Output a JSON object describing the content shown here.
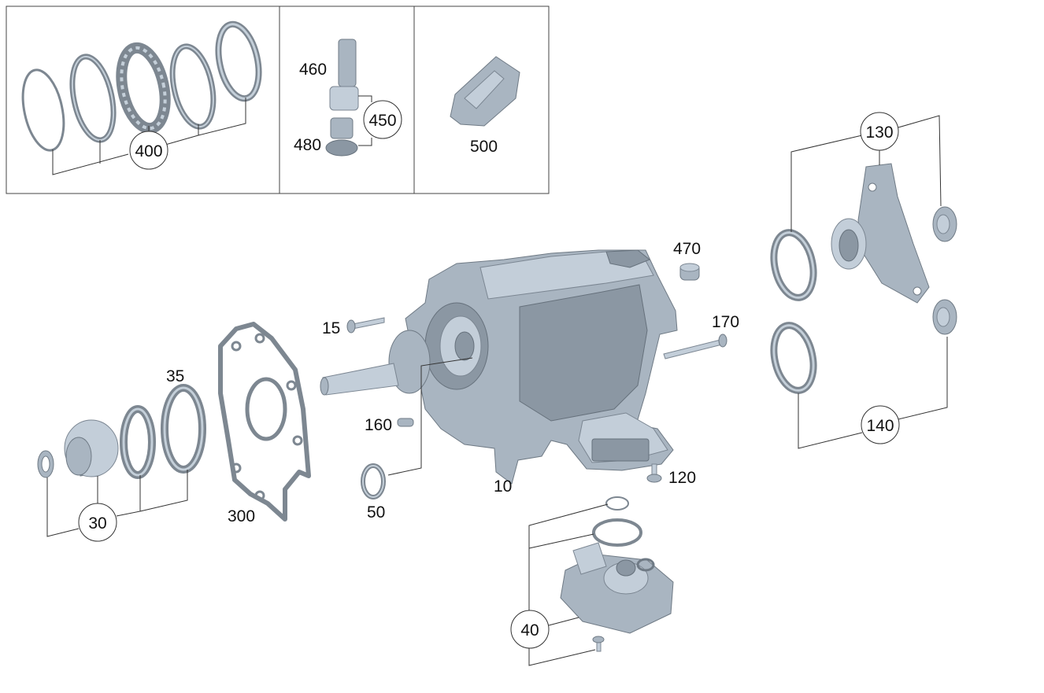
{
  "labels": {
    "p10": "10",
    "p15": "15",
    "p30": "30",
    "p35": "35",
    "p40": "40",
    "p50": "50",
    "p120": "120",
    "p130": "130",
    "p140": "140",
    "p160": "160",
    "p170": "170",
    "p300": "300",
    "p400": "400",
    "p450": "450",
    "p460": "460",
    "p470": "470",
    "p480": "480",
    "p500": "500"
  },
  "colors": {
    "part_fill": "#a9b5c1",
    "part_light": "#c3ced9",
    "part_dark": "#8b97a3",
    "part_outline": "#6f7a85",
    "leader_line": "#333333"
  }
}
